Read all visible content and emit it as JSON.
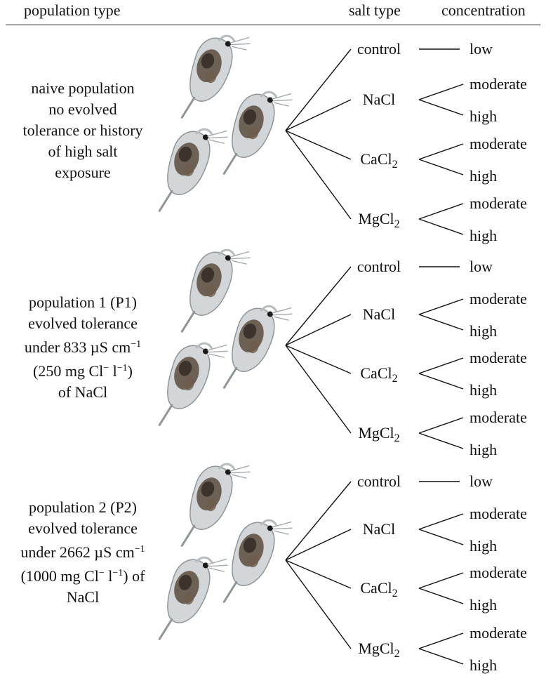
{
  "header": {
    "population_type": "population type",
    "salt_type": "salt type",
    "concentration": "concentration"
  },
  "groups": [
    {
      "label": [
        "naive population",
        "no evolved",
        "tolerance or history",
        "of high salt",
        "exposure"
      ],
      "salts": [
        {
          "name": "control",
          "sub": "",
          "conc": [
            "low"
          ]
        },
        {
          "name": "NaCl",
          "sub": "",
          "conc": [
            "moderate",
            "high"
          ]
        },
        {
          "name": "CaCl",
          "sub": "2",
          "conc": [
            "moderate",
            "high"
          ]
        },
        {
          "name": "MgCl",
          "sub": "2",
          "conc": [
            "moderate",
            "high"
          ]
        }
      ]
    },
    {
      "label_parts": {
        "l1": "population 1 (P1)",
        "l2": "evolved tolerance",
        "l3_a": "under 833 µS cm",
        "l3_sup": "−1",
        "l4_a": "(250 mg Cl",
        "l4_sup": "−",
        "l4_b": " l",
        "l4_sup2": "−1",
        "l4_c": ")",
        "l5": "of NaCl"
      },
      "salts": [
        {
          "name": "control",
          "sub": "",
          "conc": [
            "low"
          ]
        },
        {
          "name": "NaCl",
          "sub": "",
          "conc": [
            "moderate",
            "high"
          ]
        },
        {
          "name": "CaCl",
          "sub": "2",
          "conc": [
            "moderate",
            "high"
          ]
        },
        {
          "name": "MgCl",
          "sub": "2",
          "conc": [
            "moderate",
            "high"
          ]
        }
      ]
    },
    {
      "label_parts": {
        "l1": "population 2 (P2)",
        "l2": "evolved tolerance",
        "l3_a": "under 2662 µS cm",
        "l3_sup": "−1",
        "l4_a": "(1000 mg Cl",
        "l4_sup": "−",
        "l4_b": " l",
        "l4_sup2": "−1",
        "l4_c": ") of",
        "l5": "NaCl"
      },
      "salts": [
        {
          "name": "control",
          "sub": "",
          "conc": [
            "low"
          ]
        },
        {
          "name": "NaCl",
          "sub": "",
          "conc": [
            "moderate",
            "high"
          ]
        },
        {
          "name": "CaCl",
          "sub": "2",
          "conc": [
            "moderate",
            "high"
          ]
        },
        {
          "name": "MgCl",
          "sub": "2",
          "conc": [
            "moderate",
            "high"
          ]
        }
      ]
    }
  ],
  "colors": {
    "line": "#111111",
    "daphnia_body": "#c9cdd0",
    "daphnia_dark": "#3b332c"
  }
}
